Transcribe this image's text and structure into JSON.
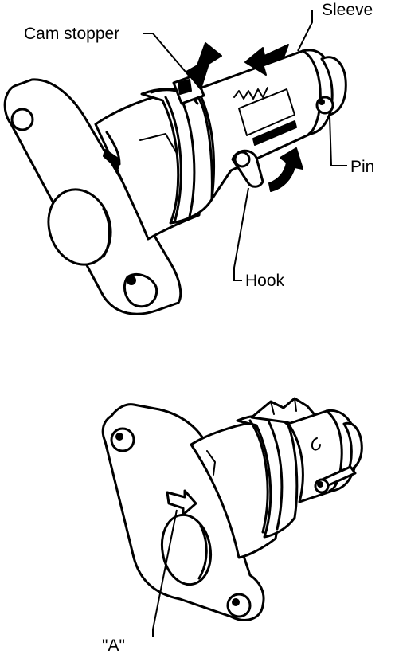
{
  "top_figure": {
    "labels": {
      "cam_stopper": "Cam stopper",
      "sleeve": "Sleeve",
      "pin": "Pin",
      "hook": "Hook"
    }
  },
  "bottom_figure": {
    "labels": {
      "mark_a": "\"A\""
    }
  },
  "colors": {
    "ink": "#000000",
    "paper": "#ffffff"
  }
}
